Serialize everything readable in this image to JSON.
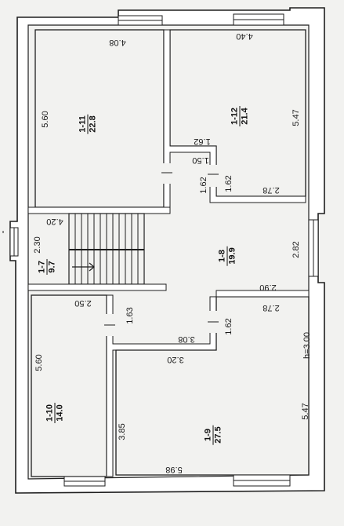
{
  "colors": {
    "wall": "#ffffff",
    "line": "#1e1e1e",
    "paper": "#f2f2f0"
  },
  "rooms": [
    {
      "id": "1-11",
      "area": "22.8"
    },
    {
      "id": "1-12",
      "area": "21.4"
    },
    {
      "id": "1-7",
      "area": "9.7"
    },
    {
      "id": "1-8",
      "area": "19.9"
    },
    {
      "id": "1-10",
      "area": "14.0"
    },
    {
      "id": "1-9",
      "area": "27.5"
    }
  ],
  "dimensions": {
    "r11_length": "4.08",
    "r11_width": "5.60",
    "r12_length": "4.40",
    "r12_width": "5.47",
    "r12_bottom": "2.78",
    "notch_top": "1.62",
    "notch_door": "1.50",
    "corr_left": "1.62",
    "corr_right": "1.62",
    "stair_width": "4.20",
    "stair_depth": "2.30",
    "hall_width": "2.82",
    "hall_bottom": "2.90",
    "r10_top": "2.50",
    "r10_width": "5.60",
    "wall_163": "1.63",
    "wall_162": "1.62",
    "r9_top_left": "3.08",
    "r9_top": "3.20",
    "r9_top_right": "2.78",
    "r9_left": "3.85",
    "r9_right": "5.47",
    "r9_bottom": "5.98",
    "height": "h=3.00"
  }
}
